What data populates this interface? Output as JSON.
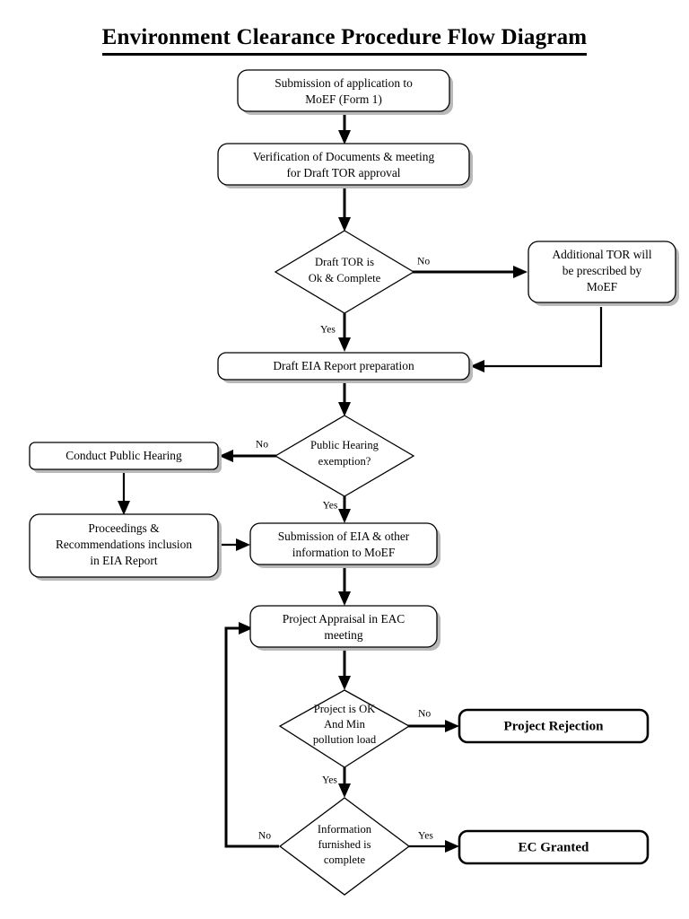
{
  "document": {
    "title": "Environment Clearance Procedure Flow Diagram"
  },
  "diagram": {
    "type": "flowchart",
    "orientation": "top-to-bottom",
    "nodes": [
      {
        "id": "submission",
        "shape": "rounded-rectangle",
        "style": "normal",
        "lines": [
          "Submission of application to",
          "MoEF (Form 1)"
        ]
      },
      {
        "id": "verification",
        "shape": "rounded-rectangle",
        "style": "normal",
        "lines": [
          "Verification of Documents & meeting",
          "for Draft TOR approval"
        ]
      },
      {
        "id": "tor-decision",
        "shape": "diamond",
        "style": "decision",
        "lines": [
          "Draft TOR is",
          "Ok & Complete"
        ]
      },
      {
        "id": "additional-tor",
        "shape": "rounded-rectangle",
        "style": "normal",
        "lines": [
          "Additional TOR will",
          "be prescribed by",
          "MoEF"
        ]
      },
      {
        "id": "draft-eia",
        "shape": "rounded-rectangle",
        "style": "normal",
        "lines": [
          "Draft EIA Report preparation"
        ]
      },
      {
        "id": "public-hearing-decision",
        "shape": "diamond",
        "style": "decision",
        "lines": [
          "Public Hearing",
          "exemption?"
        ]
      },
      {
        "id": "conduct-public-hearing",
        "shape": "rounded-rectangle",
        "style": "normal",
        "lines": [
          "Conduct Public Hearing"
        ]
      },
      {
        "id": "proceedings",
        "shape": "rounded-rectangle",
        "style": "normal",
        "lines": [
          "Proceedings &",
          "Recommendations inclusion",
          "in EIA Report"
        ]
      },
      {
        "id": "submission-eia",
        "shape": "rounded-rectangle",
        "style": "normal",
        "lines": [
          "Submission of EIA & other",
          "information to MoEF"
        ]
      },
      {
        "id": "appraisal",
        "shape": "rounded-rectangle",
        "style": "normal",
        "lines": [
          "Project Appraisal in EAC",
          "meeting"
        ]
      },
      {
        "id": "project-ok-decision",
        "shape": "diamond",
        "style": "decision",
        "lines": [
          "Project is OK",
          "And Min",
          "pollution load"
        ]
      },
      {
        "id": "project-rejection",
        "shape": "rounded-rectangle",
        "style": "terminal-bold",
        "lines": [
          "Project Rejection"
        ]
      },
      {
        "id": "information-decision",
        "shape": "diamond",
        "style": "decision",
        "lines": [
          "Information",
          "furnished is",
          "complete"
        ]
      },
      {
        "id": "ec-granted",
        "shape": "rounded-rectangle",
        "style": "terminal-bold",
        "lines": [
          "EC Granted"
        ]
      }
    ],
    "edge_labels": {
      "tor_no": "No",
      "tor_yes": "Yes",
      "hearing_no": "No",
      "hearing_yes": "Yes",
      "project_no": "No",
      "project_yes": "Yes",
      "info_no": "No",
      "info_yes": "Yes"
    },
    "colors": {
      "line": "#000000",
      "node_fill": "#ffffff",
      "text": "#000000",
      "page_background": "#ffffff"
    }
  }
}
